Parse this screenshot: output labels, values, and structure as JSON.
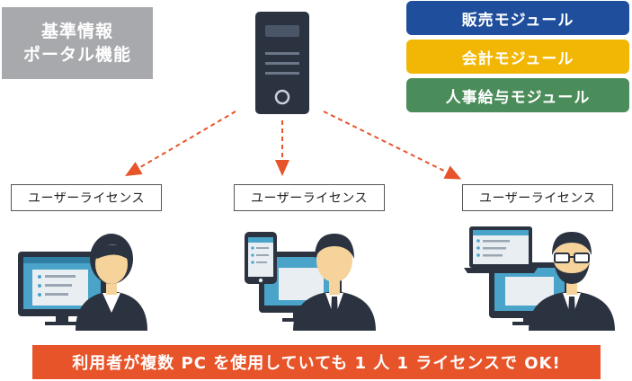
{
  "portal": {
    "line1": "基準情報",
    "line2": "ポータル機能"
  },
  "modules": [
    {
      "label": "販売モジュール",
      "color": "#1f4e9c"
    },
    {
      "label": "会計モジュール",
      "color": "#f2b705"
    },
    {
      "label": "人事給与モジュール",
      "color": "#4a8c5a"
    }
  ],
  "licenses": [
    {
      "label": "ユーザーライセンス"
    },
    {
      "label": "ユーザーライセンス"
    },
    {
      "label": "ユーザーライセンス"
    }
  ],
  "banner": {
    "text": "利用者が複数 PC を使用していても 1 人 1 ライセンスで OK!"
  },
  "colors": {
    "arrow": "#e8542a",
    "banner": "#e8542a",
    "server": "#2b3340"
  }
}
